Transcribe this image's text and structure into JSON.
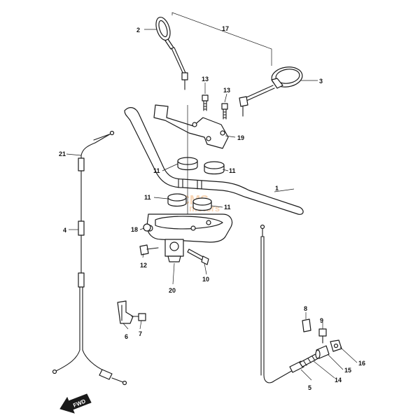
{
  "watermark": {
    "line1": "CMS",
    "line2": "motors"
  },
  "fwd_label": "FWD",
  "callouts": {
    "c1": "1",
    "c2": "2",
    "c3": "3",
    "c4": "4",
    "c5": "5",
    "c6": "6",
    "c7": "7",
    "c8": "8",
    "c9": "9",
    "c10": "10",
    "c11a": "11",
    "c11b": "11",
    "c11c": "11",
    "c11d": "11",
    "c12": "12",
    "c13a": "13",
    "c13b": "13",
    "c14": "14",
    "c15": "15",
    "c16": "16",
    "c17": "17",
    "c18": "18",
    "c19": "19",
    "c20": "20",
    "c21": "21"
  },
  "colors": {
    "line": "#1a1a1a",
    "watermark": "#f2b37a",
    "background": "#ffffff"
  }
}
